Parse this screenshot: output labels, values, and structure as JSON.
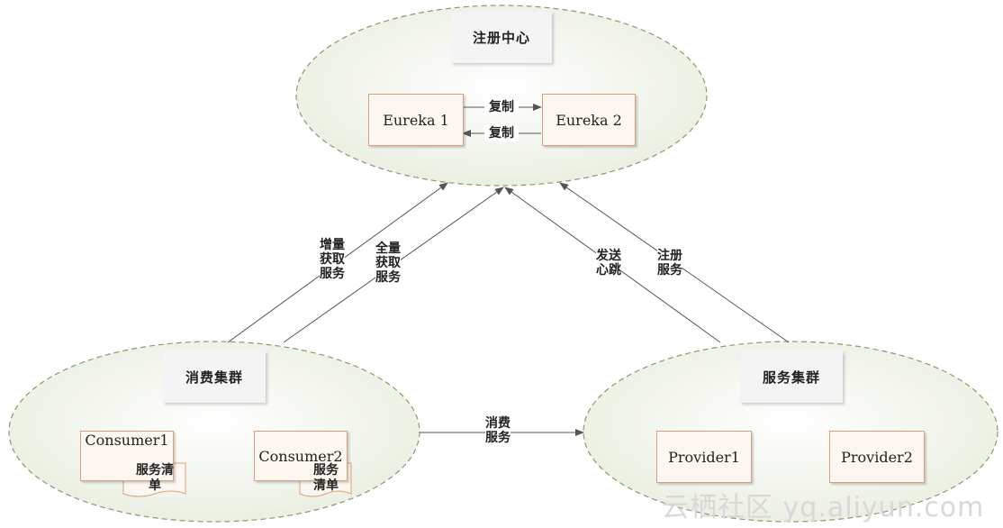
{
  "registry": {
    "title": "注册中心",
    "eureka1": "Eureka 1",
    "eureka2": "Eureka 2",
    "replicate_top": "复制",
    "replicate_bottom": "复制"
  },
  "consumer_cluster": {
    "title": "消费集群",
    "consumer1": "Consumer1",
    "consumer2": "Consumer2",
    "list1_line1": "服务清",
    "list1_line2": "单",
    "list2_line1": "服务",
    "list2_line2": "清单"
  },
  "provider_cluster": {
    "title": "服务集群",
    "provider1": "Provider1",
    "provider2": "Provider2"
  },
  "edges": {
    "incremental_fetch": [
      "增量",
      "获取",
      "服务"
    ],
    "full_fetch": [
      "全量",
      "获取",
      "服务"
    ],
    "send_heartbeat": [
      "发送",
      "心跳"
    ],
    "register_service": [
      "注册",
      "服务"
    ],
    "consume_service": [
      "消费",
      "服务"
    ]
  },
  "watermark": "云栖社区 yq.aliyun.com",
  "colors": {
    "ellipse_fill": "#eef2e6",
    "ellipse_stroke": "#8a9a6a",
    "box_fill": "#fdf7f1",
    "box_stroke": "#d9a07a",
    "line": "#555555"
  }
}
